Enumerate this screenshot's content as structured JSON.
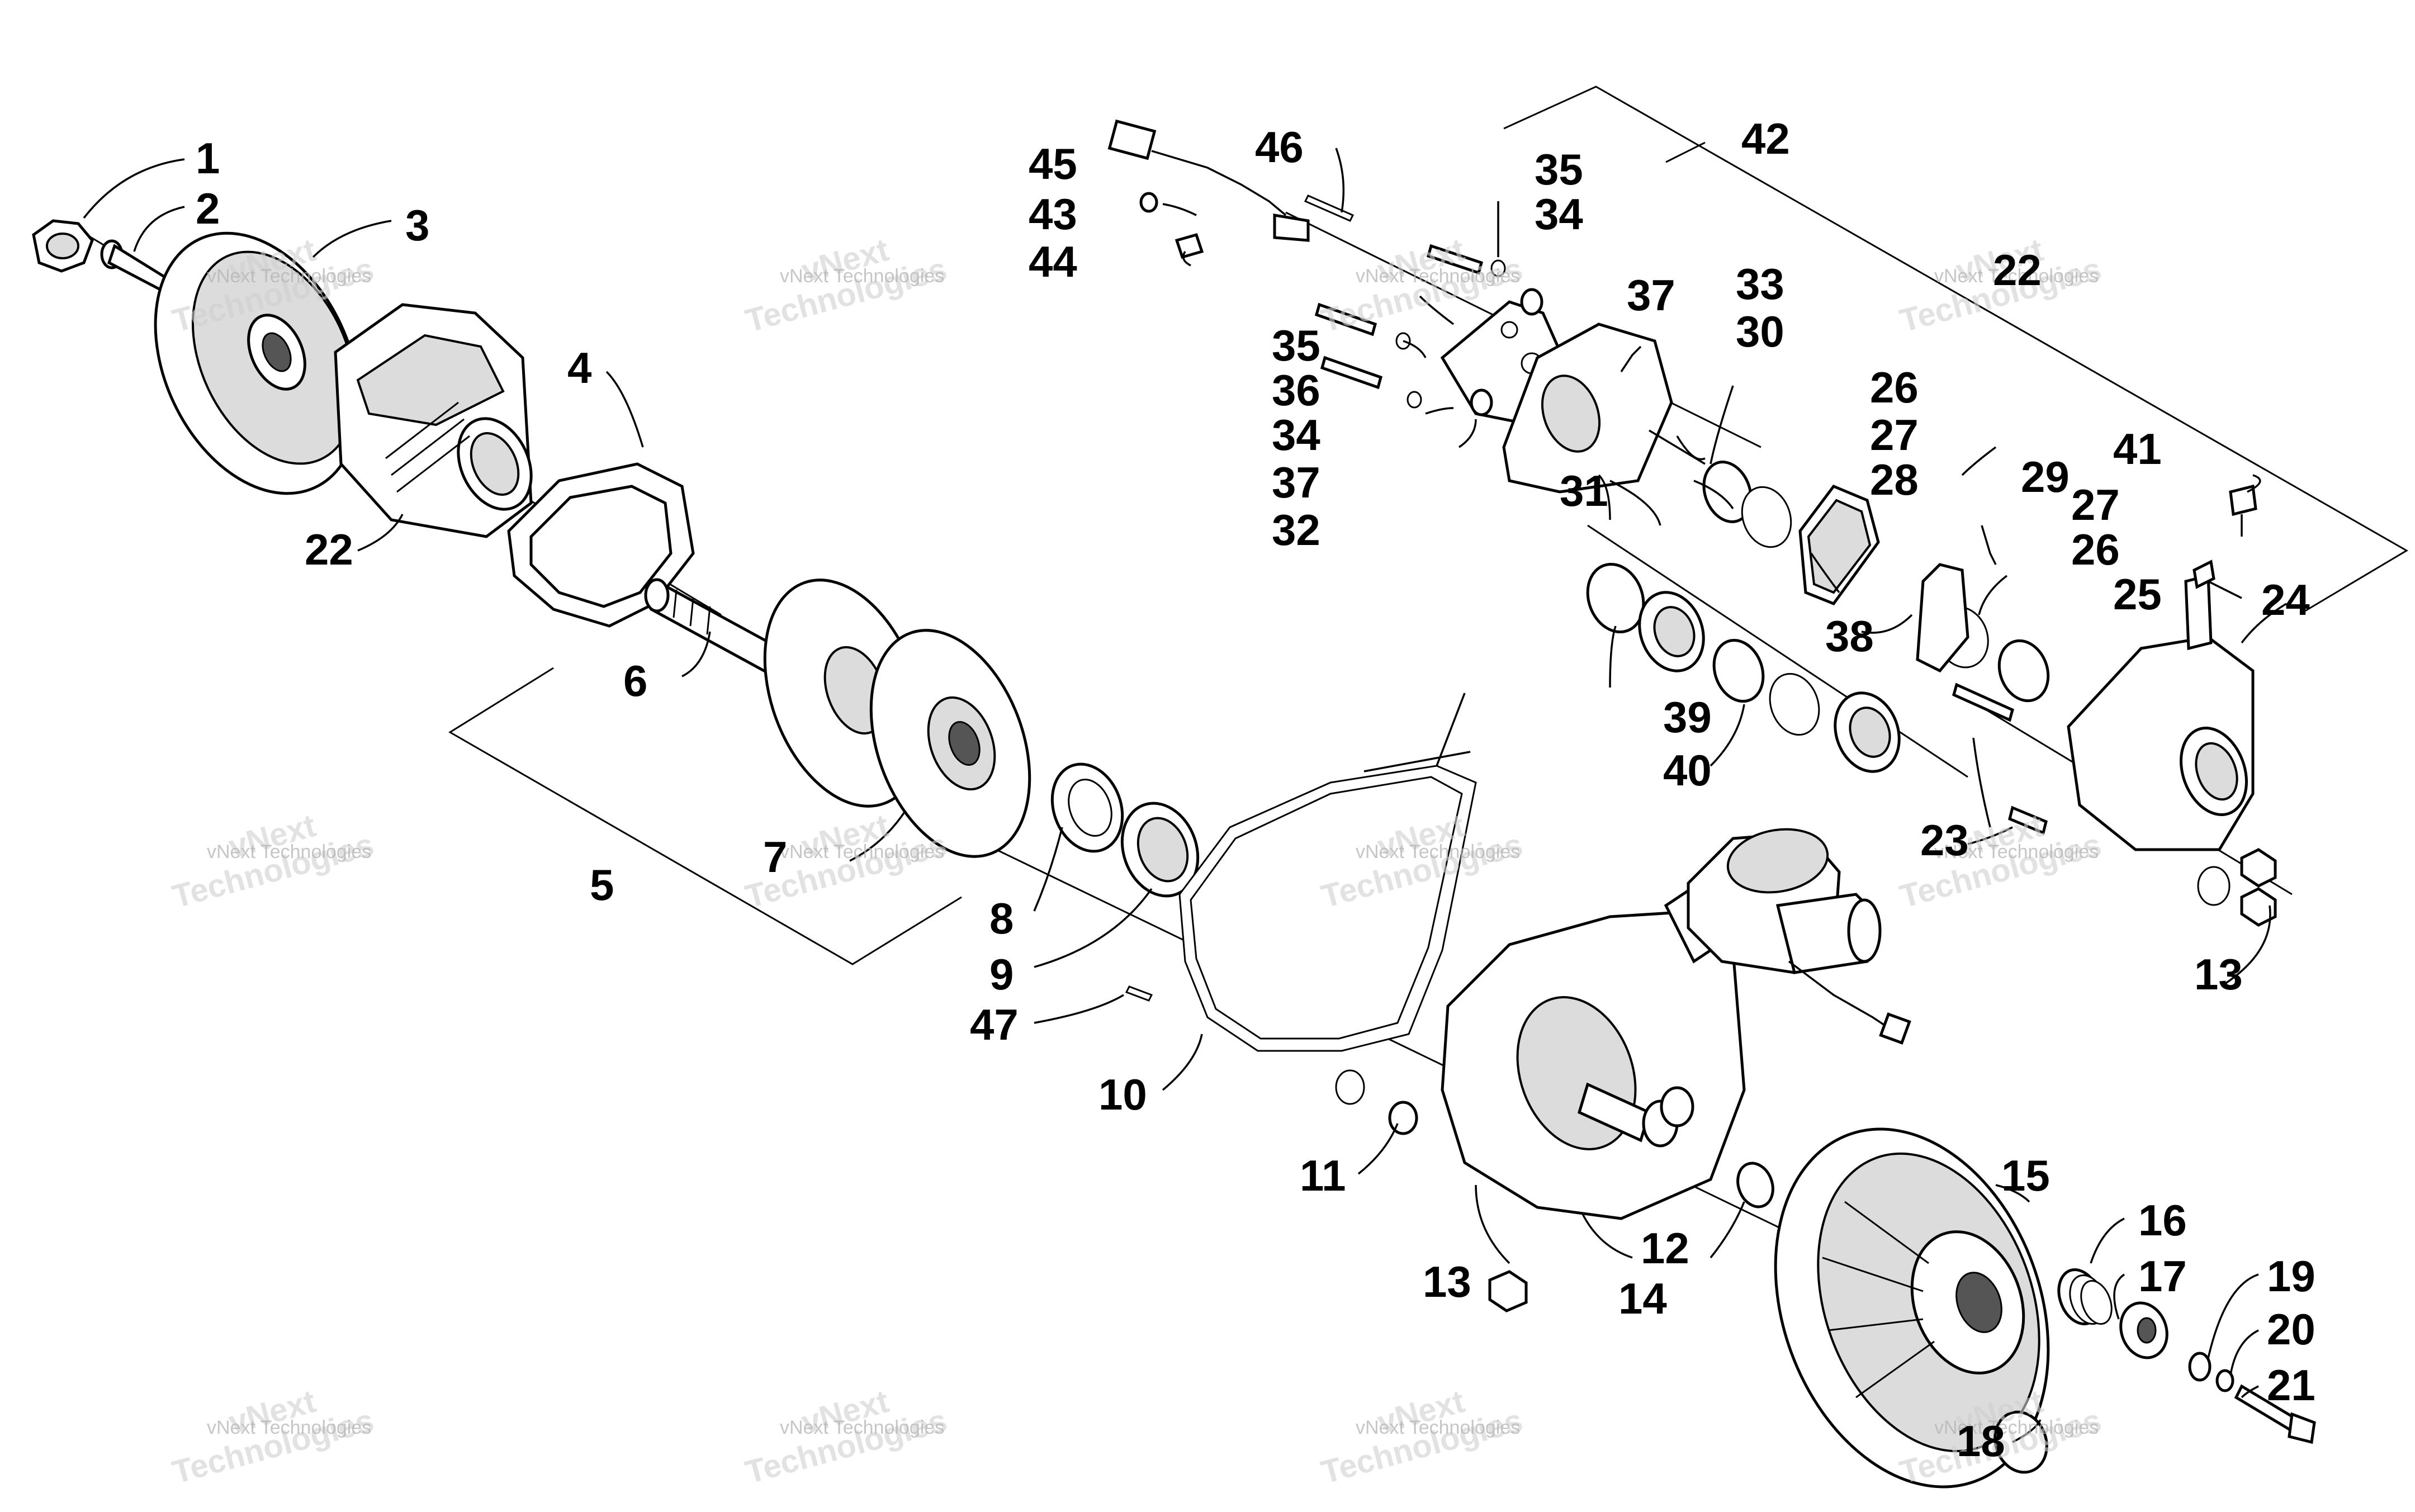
{
  "callouts": [
    {
      "id": "c1",
      "text": "1"
    },
    {
      "id": "c2",
      "text": "2"
    },
    {
      "id": "c3",
      "text": "3"
    },
    {
      "id": "c4",
      "text": "4"
    },
    {
      "id": "c5",
      "text": "5"
    },
    {
      "id": "c6",
      "text": "6"
    },
    {
      "id": "c7",
      "text": "7"
    },
    {
      "id": "c8",
      "text": "8"
    },
    {
      "id": "c9",
      "text": "9"
    },
    {
      "id": "c10",
      "text": "10"
    },
    {
      "id": "c11",
      "text": "11"
    },
    {
      "id": "c12",
      "text": "12"
    },
    {
      "id": "c13a",
      "text": "13"
    },
    {
      "id": "c13b",
      "text": "13"
    },
    {
      "id": "c14",
      "text": "14"
    },
    {
      "id": "c15",
      "text": "15"
    },
    {
      "id": "c16",
      "text": "16"
    },
    {
      "id": "c17",
      "text": "17"
    },
    {
      "id": "c18",
      "text": "18"
    },
    {
      "id": "c19",
      "text": "19"
    },
    {
      "id": "c20",
      "text": "20"
    },
    {
      "id": "c21",
      "text": "21"
    },
    {
      "id": "c22a",
      "text": "22"
    },
    {
      "id": "c22b",
      "text": "22"
    },
    {
      "id": "c23",
      "text": "23"
    },
    {
      "id": "c24",
      "text": "24"
    },
    {
      "id": "c25",
      "text": "25"
    },
    {
      "id": "c26a",
      "text": "26"
    },
    {
      "id": "c26b",
      "text": "26"
    },
    {
      "id": "c27a",
      "text": "27"
    },
    {
      "id": "c27b",
      "text": "27"
    },
    {
      "id": "c28",
      "text": "28"
    },
    {
      "id": "c29",
      "text": "29"
    },
    {
      "id": "c30",
      "text": "30"
    },
    {
      "id": "c31",
      "text": "31"
    },
    {
      "id": "c32",
      "text": "32"
    },
    {
      "id": "c33",
      "text": "33"
    },
    {
      "id": "c34a",
      "text": "34"
    },
    {
      "id": "c34b",
      "text": "34"
    },
    {
      "id": "c35a",
      "text": "35"
    },
    {
      "id": "c35b",
      "text": "35"
    },
    {
      "id": "c36",
      "text": "36"
    },
    {
      "id": "c37a",
      "text": "37"
    },
    {
      "id": "c37b",
      "text": "37"
    },
    {
      "id": "c38",
      "text": "38"
    },
    {
      "id": "c39",
      "text": "39"
    },
    {
      "id": "c40",
      "text": "40"
    },
    {
      "id": "c41",
      "text": "41"
    },
    {
      "id": "c42",
      "text": "42"
    },
    {
      "id": "c43",
      "text": "43"
    },
    {
      "id": "c44",
      "text": "44"
    },
    {
      "id": "c45",
      "text": "45"
    },
    {
      "id": "c46",
      "text": "46"
    },
    {
      "id": "c47",
      "text": "47"
    }
  ],
  "watermark": {
    "line1": "vNext Technologies",
    "line2a": "vNext",
    "line2b": "Technologies"
  }
}
